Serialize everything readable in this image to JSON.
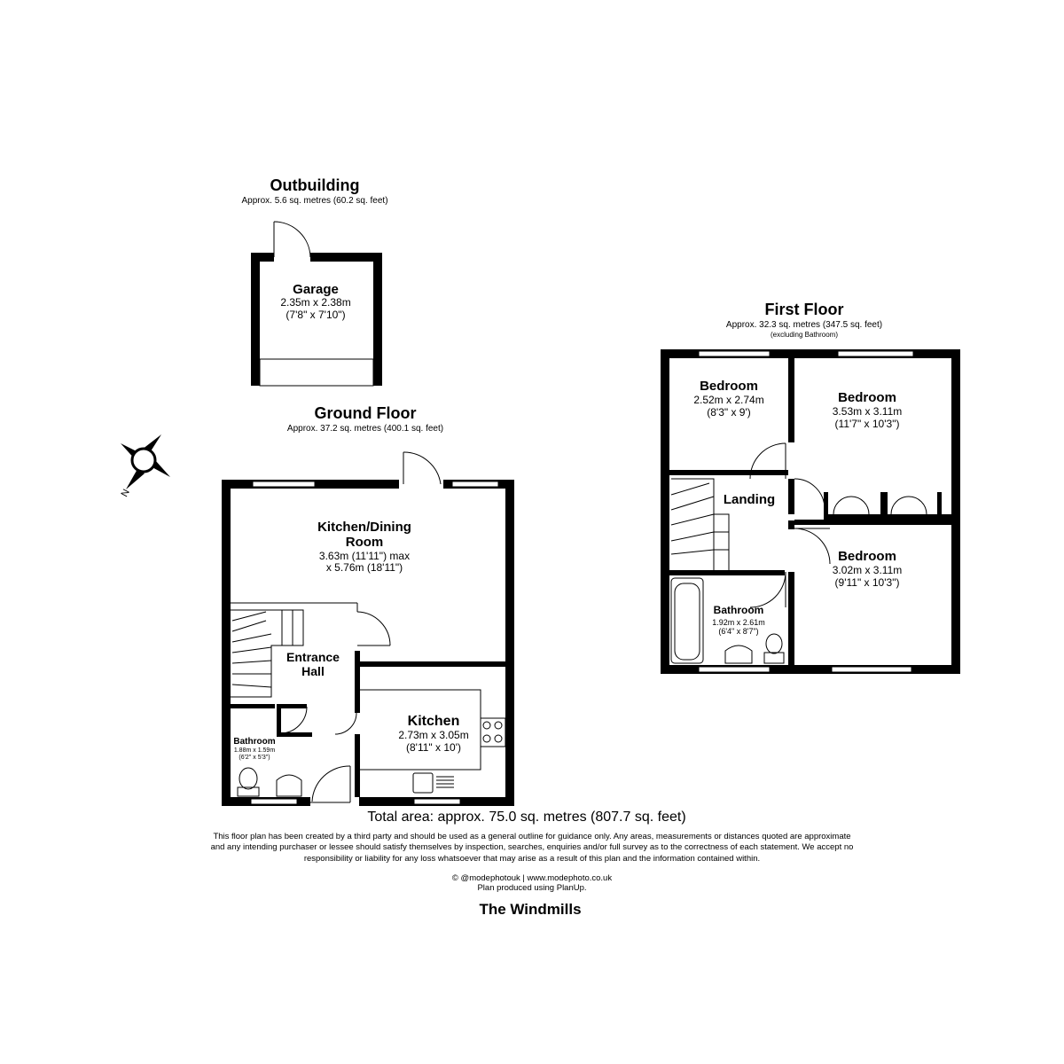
{
  "outbuilding": {
    "title": "Outbuilding",
    "area": "Approx. 5.6 sq. metres (60.2 sq. feet)",
    "garage": {
      "name": "Garage",
      "metric": "2.35m x 2.38m",
      "imperial": "(7'8\" x 7'10\")"
    }
  },
  "ground_floor": {
    "title": "Ground Floor",
    "area": "Approx. 37.2 sq. metres (400.1 sq. feet)",
    "kitchen_dining": {
      "name_line1": "Kitchen/Dining",
      "name_line2": "Room",
      "metric": "3.63m (11'11\") max",
      "metric2": "x 5.76m (18'11\")"
    },
    "entrance_hall": {
      "name_line1": "Entrance",
      "name_line2": "Hall"
    },
    "bathroom": {
      "name": "Bathroom",
      "metric": "1.88m x 1.59m",
      "imperial": "(6'2\" x 5'3\")"
    },
    "kitchen": {
      "name": "Kitchen",
      "metric": "2.73m x 3.05m",
      "imperial": "(8'11\" x 10')"
    }
  },
  "first_floor": {
    "title": "First Floor",
    "area": "Approx. 32.3 sq. metres (347.5 sq. feet)",
    "area_note": "(excluding Bathroom)",
    "bedroom1": {
      "name": "Bedroom",
      "metric": "2.52m x 2.74m",
      "imperial": "(8'3\" x 9')"
    },
    "bedroom2": {
      "name": "Bedroom",
      "metric": "3.53m x 3.11m",
      "imperial": "(11'7\" x 10'3\")"
    },
    "bedroom3": {
      "name": "Bedroom",
      "metric": "3.02m x 3.11m",
      "imperial": "(9'11\" x 10'3\")"
    },
    "landing": {
      "name": "Landing"
    },
    "bathroom": {
      "name": "Bathroom",
      "metric": "1.92m x 2.61m",
      "imperial": "(6'4\" x 8'7\")"
    }
  },
  "compass": {
    "label": "N",
    "icon": "compass-rose-icon"
  },
  "footer": {
    "total": "Total area: approx. 75.0 sq. metres (807.7 sq. feet)",
    "disclaimer": "This floor plan has been created by a third party and should be used as a general outline for guidance only. Any areas, measurements or distances quoted are approximate and any intending purchaser or lessee should satisfy themselves by inspection, searches, enquiries and/or full survey as to the correctness of each statement. We accept no responsibility or liability for any loss whatsoever that may arise as a result of this plan and the information contained within.",
    "credit": "© @modephotouk | www.modephoto.co.uk",
    "produced": "Plan produced using PlanUp.",
    "property": "The Windmills"
  }
}
